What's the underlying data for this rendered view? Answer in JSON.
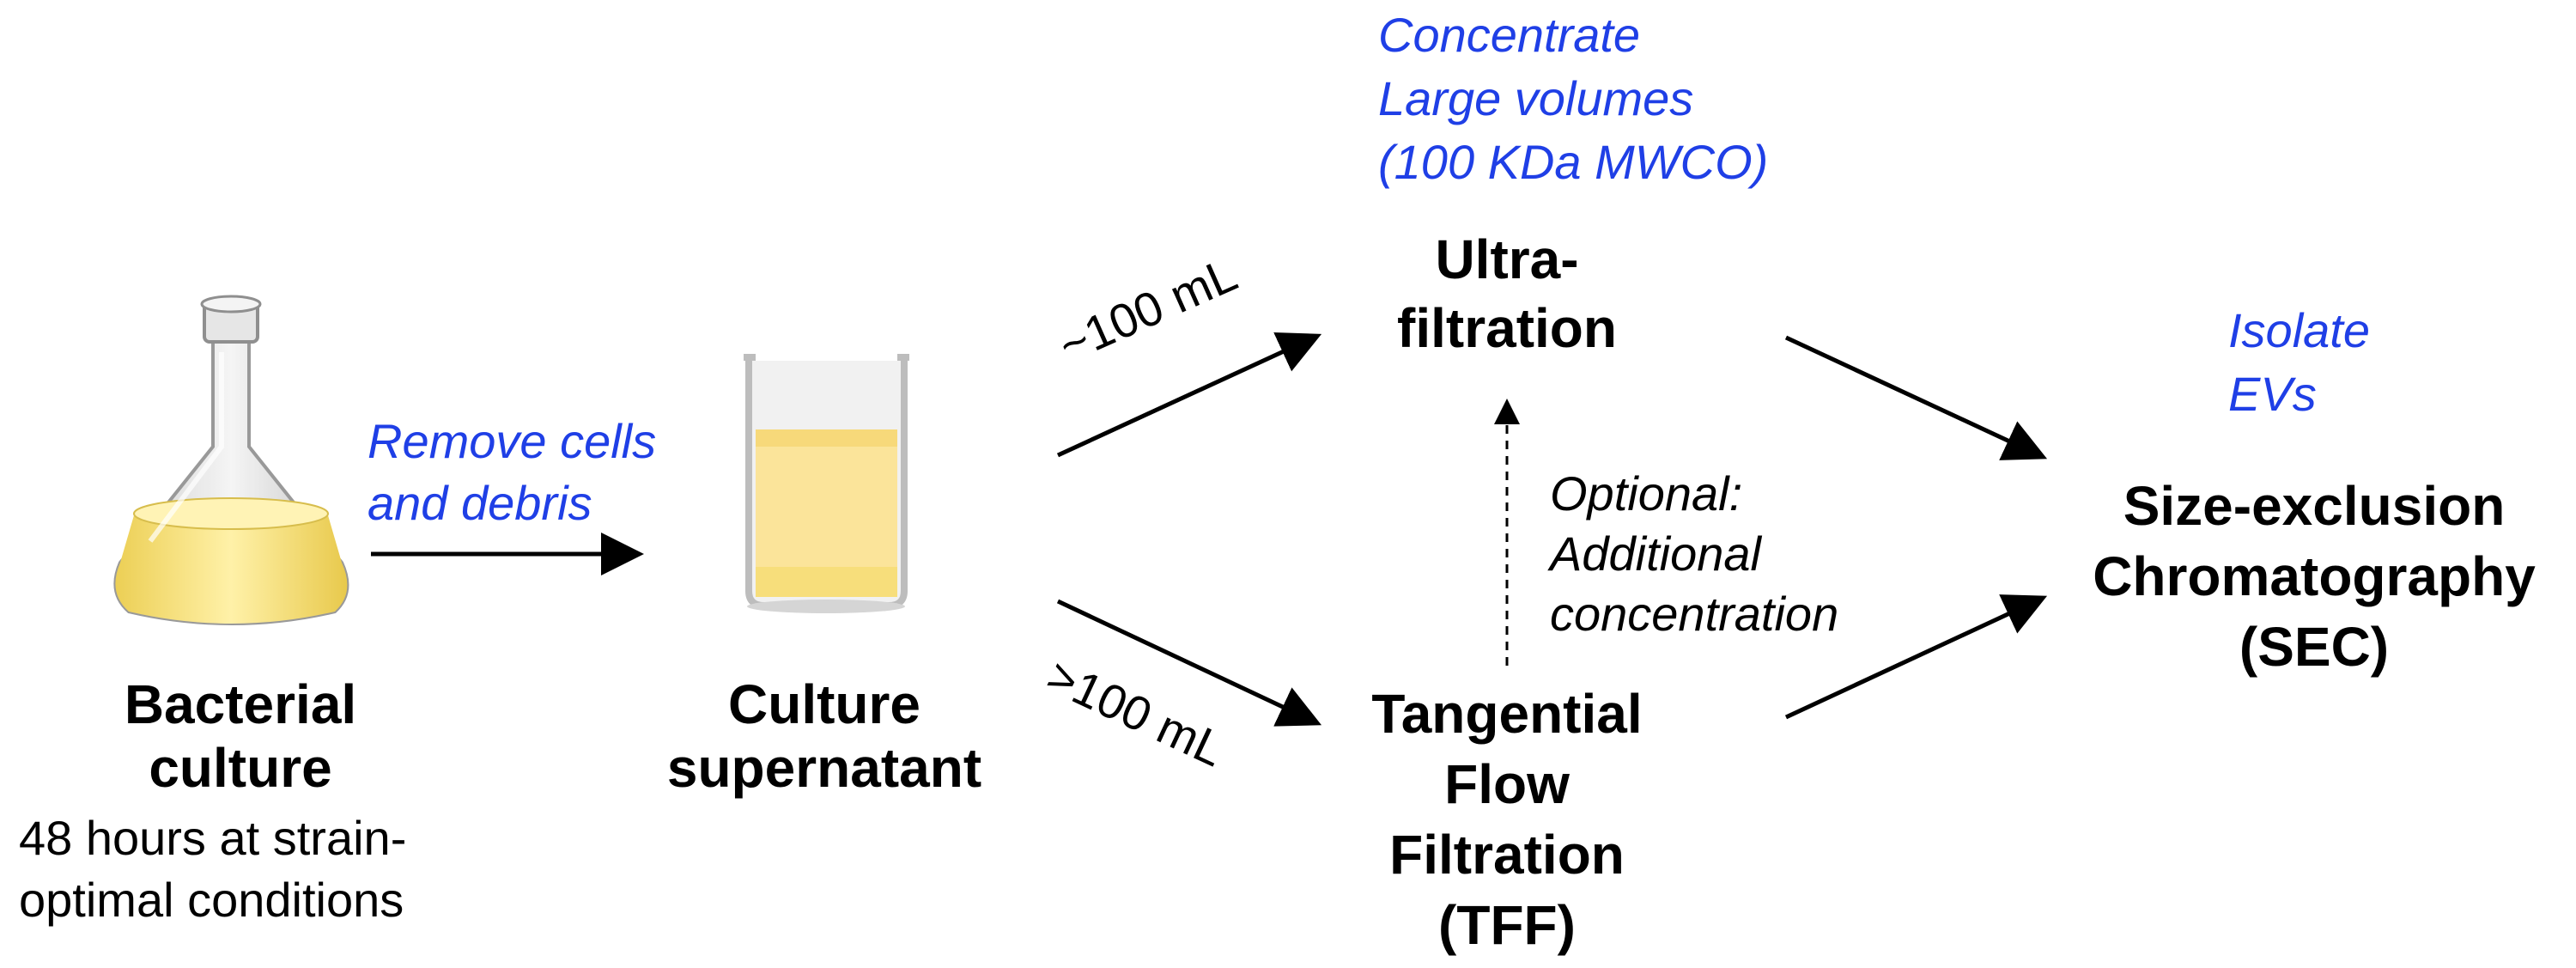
{
  "nodes": {
    "bacterial_culture": {
      "title_line1": "Bacterial",
      "title_line2": "culture",
      "sub_line1": "48 hours at strain-",
      "sub_line2": "optimal conditions"
    },
    "supernatant": {
      "title_line1": "Culture",
      "title_line2": "supernatant"
    },
    "ultrafiltration": {
      "title_line1": "Ultra-",
      "title_line2": "filtration"
    },
    "tff": {
      "line1": "Tangential",
      "line2": "Flow",
      "line3": "Filtration",
      "line4": "(TFF)"
    },
    "sec": {
      "line1": "Size-exclusion",
      "line2": "Chromatography",
      "line3": "(SEC)"
    }
  },
  "annotations": {
    "remove": {
      "line1": "Remove cells",
      "line2": "and debris"
    },
    "concentrate": {
      "line1": "Concentrate",
      "line2": "Large volumes",
      "line3": "(100 KDa MWCO)"
    },
    "isolate": {
      "line1": "Isolate",
      "line2": "EVs"
    },
    "optional": {
      "line1": "Optional:",
      "line2": "Additional",
      "line3": "concentration"
    },
    "small_volume": "~100 mL",
    "large_volume": ">100 mL"
  },
  "colors": {
    "annotation_blue": "#1f3fe6",
    "culture_yellow": "#f5dc6e",
    "glass": "#d9d9d9"
  }
}
